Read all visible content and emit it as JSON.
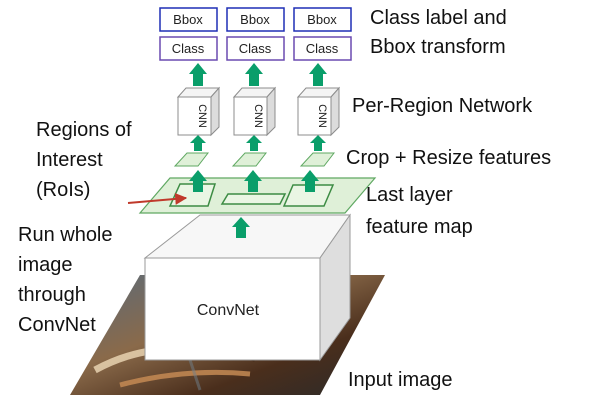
{
  "boxes": {
    "bbox": "Bbox",
    "class": "Class",
    "cnn": "CNN"
  },
  "labels": {
    "class_label_line1": "Class label and",
    "class_label_line2": "Bbox transform",
    "per_region": "Per-Region Network",
    "regions_line1": "Regions of",
    "regions_line2": "Interest",
    "regions_line3": "(RoIs)",
    "crop_resize": "Crop + Resize features",
    "last_layer_line1": "Last layer",
    "last_layer_line2": "feature map",
    "run_line1": "Run whole",
    "run_line2": "image",
    "run_line3": "through",
    "run_line4": "ConvNet",
    "convnet": "ConvNet",
    "input_image": "Input image"
  },
  "colors": {
    "bbox_border": "#1f2fb5",
    "class_border": "#6a4ab0",
    "arrow_green": "#0a9e6a",
    "feature_map_fill": "#dff0d8",
    "feature_map_stroke": "#5fa862",
    "roi_arrow": "#c0392b"
  }
}
